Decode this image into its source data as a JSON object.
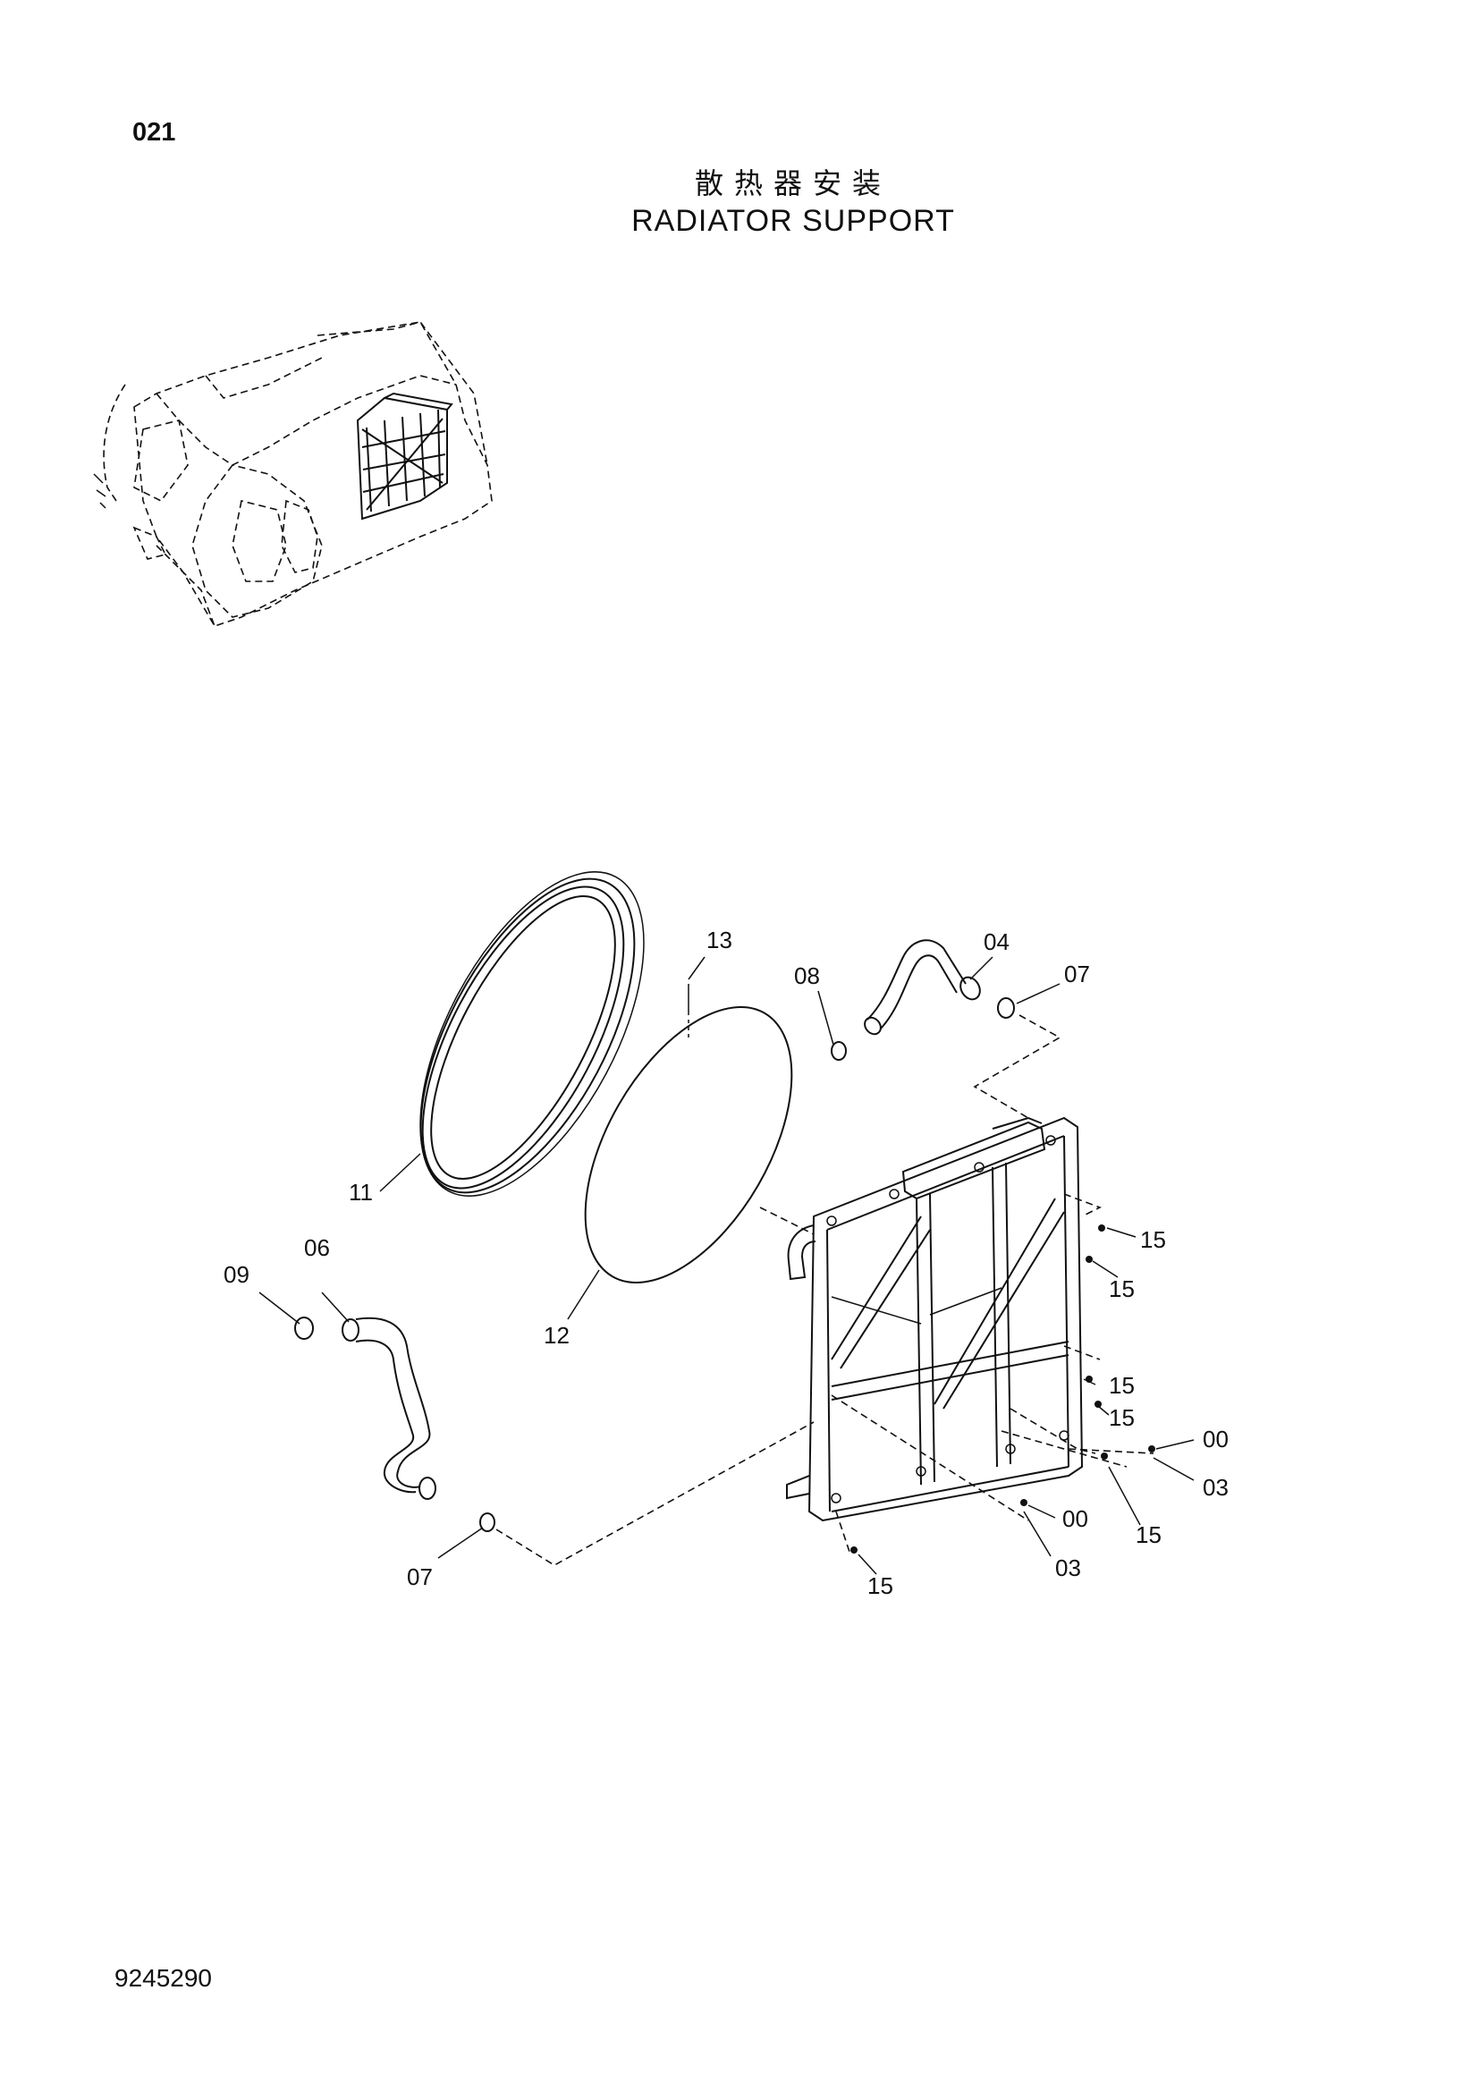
{
  "page": {
    "page_number": "021",
    "title_cn": "散热器安装",
    "title_en": "RADIATOR SUPPORT",
    "doc_number": "9245290"
  },
  "callouts": {
    "c00a": "00",
    "c00b": "00",
    "c03a": "03",
    "c03b": "03",
    "c04": "04",
    "c06": "06",
    "c07a": "07",
    "c07b": "07",
    "c08": "08",
    "c09": "09",
    "c11": "11",
    "c12": "12",
    "c13": "13",
    "c15a": "15",
    "c15b": "15",
    "c15c": "15",
    "c15d": "15",
    "c15e": "15",
    "c15f": "15"
  }
}
